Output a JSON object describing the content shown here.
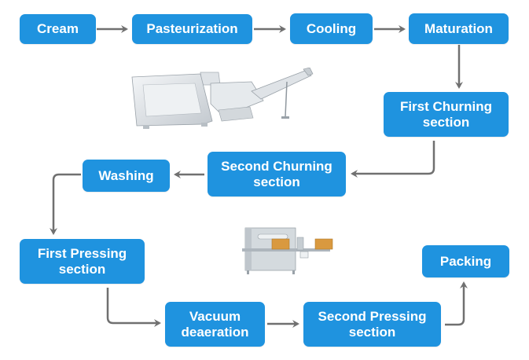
{
  "diagram": {
    "title": "Butter production process flow",
    "colors": {
      "node_fill": "#1f93df",
      "node_text": "#ffffff",
      "arrow": "#707070",
      "box_orange": "#d9993f",
      "machine_gray": "#c9d0d6"
    },
    "nodes": [
      {
        "id": "cream",
        "lines": [
          "Cream"
        ]
      },
      {
        "id": "pasteurization",
        "lines": [
          "Pasteurization"
        ]
      },
      {
        "id": "cooling",
        "lines": [
          "Cooling"
        ]
      },
      {
        "id": "maturation",
        "lines": [
          "Maturation"
        ]
      },
      {
        "id": "first-churning",
        "lines": [
          "First Churning",
          "section"
        ]
      },
      {
        "id": "second-churning",
        "lines": [
          "Second Churning",
          "section"
        ]
      },
      {
        "id": "washing",
        "lines": [
          "Washing"
        ]
      },
      {
        "id": "first-pressing",
        "lines": [
          "First Pressing",
          "section"
        ]
      },
      {
        "id": "vacuum",
        "lines": [
          "Vacuum",
          "deaeration"
        ]
      },
      {
        "id": "second-pressing",
        "lines": [
          "Second Pressing",
          "section"
        ]
      },
      {
        "id": "packing",
        "lines": [
          "Packing"
        ]
      }
    ],
    "edges": [
      [
        "cream",
        "pasteurization"
      ],
      [
        "pasteurization",
        "cooling"
      ],
      [
        "cooling",
        "maturation"
      ],
      [
        "maturation",
        "first-churning"
      ],
      [
        "first-churning",
        "second-churning"
      ],
      [
        "second-churning",
        "washing"
      ],
      [
        "washing",
        "first-pressing"
      ],
      [
        "first-pressing",
        "vacuum"
      ],
      [
        "vacuum",
        "second-pressing"
      ],
      [
        "second-pressing",
        "packing"
      ]
    ],
    "illustrations": [
      {
        "id": "churn-machine",
        "label": "churning machine illustration"
      },
      {
        "id": "packing-machine",
        "label": "packing machine illustration"
      }
    ]
  }
}
